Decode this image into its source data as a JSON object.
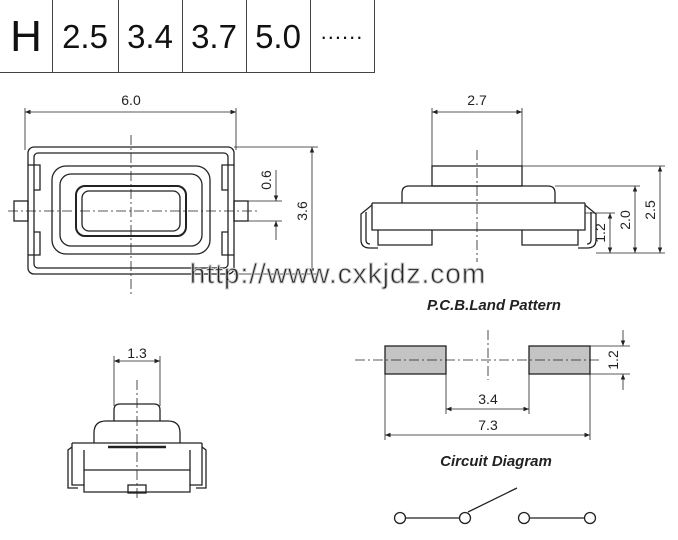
{
  "height_table": {
    "label": "H",
    "values": [
      "2.5",
      "3.4",
      "3.7",
      "5.0",
      "......"
    ]
  },
  "dimensions": {
    "top_width": "6.0",
    "top_height": "3.6",
    "top_small": "0.6",
    "side_cap_width": "2.7",
    "side_total_height": "2.5",
    "side_body_height": "2.0",
    "side_base_height": "1.2",
    "front_cap_width": "1.3",
    "pad_height": "1.2",
    "pad_gap": "3.4",
    "pad_total": "7.3"
  },
  "captions": {
    "land_pattern": "P.C.B.Land Pattern",
    "circuit": "Circuit Diagram"
  },
  "watermark": "http://www.cxkjdz.com",
  "colors": {
    "line": "#222222",
    "pad_fill": "#c4c4c4"
  }
}
